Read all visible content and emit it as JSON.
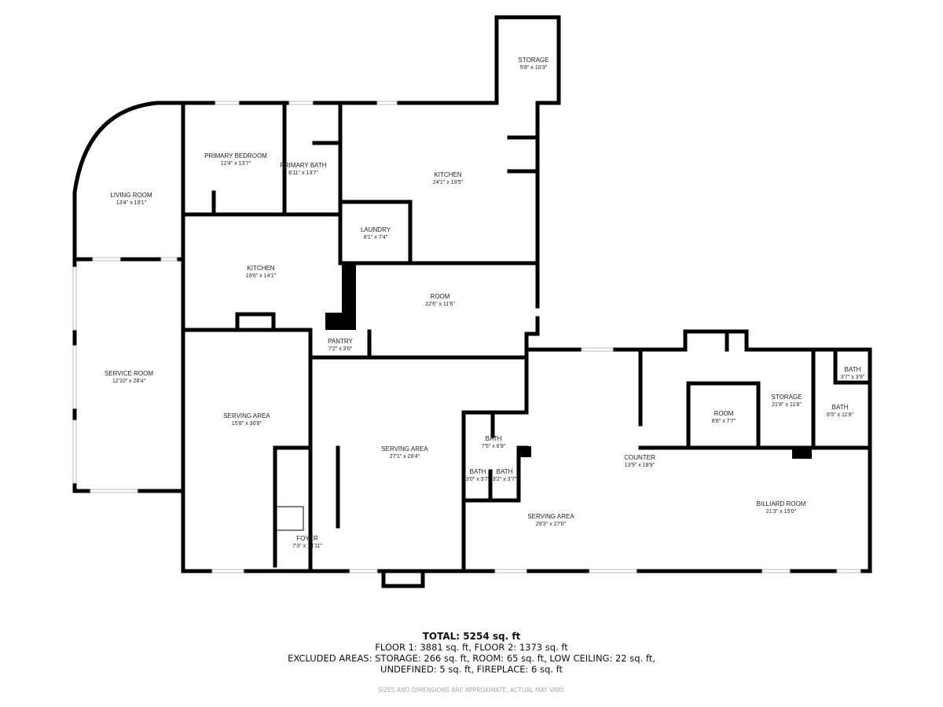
{
  "rooms": [
    {
      "name": "STORAGE",
      "dims": "5'8\" x 10'3\""
    },
    {
      "name": "PRIMARY BEDROOM",
      "dims": "12'4\" x 13'7\""
    },
    {
      "name": "PRIMARY BATH",
      "dims": "6'11\" x 13'7\""
    },
    {
      "name": "KITCHEN",
      "dims": "24'1\" x 19'5\""
    },
    {
      "name": "LIVING ROOM",
      "dims": "13'4\" x 19'1\""
    },
    {
      "name": "LAUNDRY",
      "dims": "8'1\" x 7'4\""
    },
    {
      "name": "KITCHEN",
      "dims": "19'6\" x 14'1\""
    },
    {
      "name": "ROOM",
      "dims": "22'6\" x 11'6\""
    },
    {
      "name": "PANTRY",
      "dims": "7'2\" x 3'0\""
    },
    {
      "name": "SERVICE ROOM",
      "dims": "12'10\" x 28'4\""
    },
    {
      "name": "SERVING AREA",
      "dims": "15'8\" x 30'8\""
    },
    {
      "name": "SERVING AREA",
      "dims": "27'1\" x 28'4\""
    },
    {
      "name": "BATH",
      "dims": "7'5\" x 6'9\""
    },
    {
      "name": "BATH",
      "dims": "3'0\" x 3'7\""
    },
    {
      "name": "BATH",
      "dims": "3'2\" x 3'7\""
    },
    {
      "name": "FOYER",
      "dims": "7'3\" x 14'11\""
    },
    {
      "name": "SERVING AREA",
      "dims": "29'3\" x 27'0\""
    },
    {
      "name": "COUNTER",
      "dims": "13'9\" x 18'9\""
    },
    {
      "name": "ROOM",
      "dims": "8'6\" x 7'7\""
    },
    {
      "name": "STORAGE",
      "dims": "21'8\" x 11'8\""
    },
    {
      "name": "BATH",
      "dims": "3'7\" x 3'9\""
    },
    {
      "name": "BATH",
      "dims": "6'5\" x 11'8\""
    },
    {
      "name": "BILLIARD ROOM",
      "dims": "21'3\" x 15'0\""
    }
  ],
  "summary": {
    "total": "TOTAL: 5254 sq. ft",
    "floors": "FLOOR 1: 3881 sq. ft, FLOOR 2: 1373 sq. ft",
    "excluded_1": "EXCLUDED AREAS: STORAGE: 266 sq. ft, ROOM: 65 sq. ft, LOW CEILING: 22 sq. ft,",
    "excluded_2": "UNDEFINED: 5 sq. ft, FIREPLACE: 6 sq. ft",
    "disclaimer": "SIZES AND DIMENSIONS ARE APPROXIMATE, ACTUAL MAY VARY."
  }
}
